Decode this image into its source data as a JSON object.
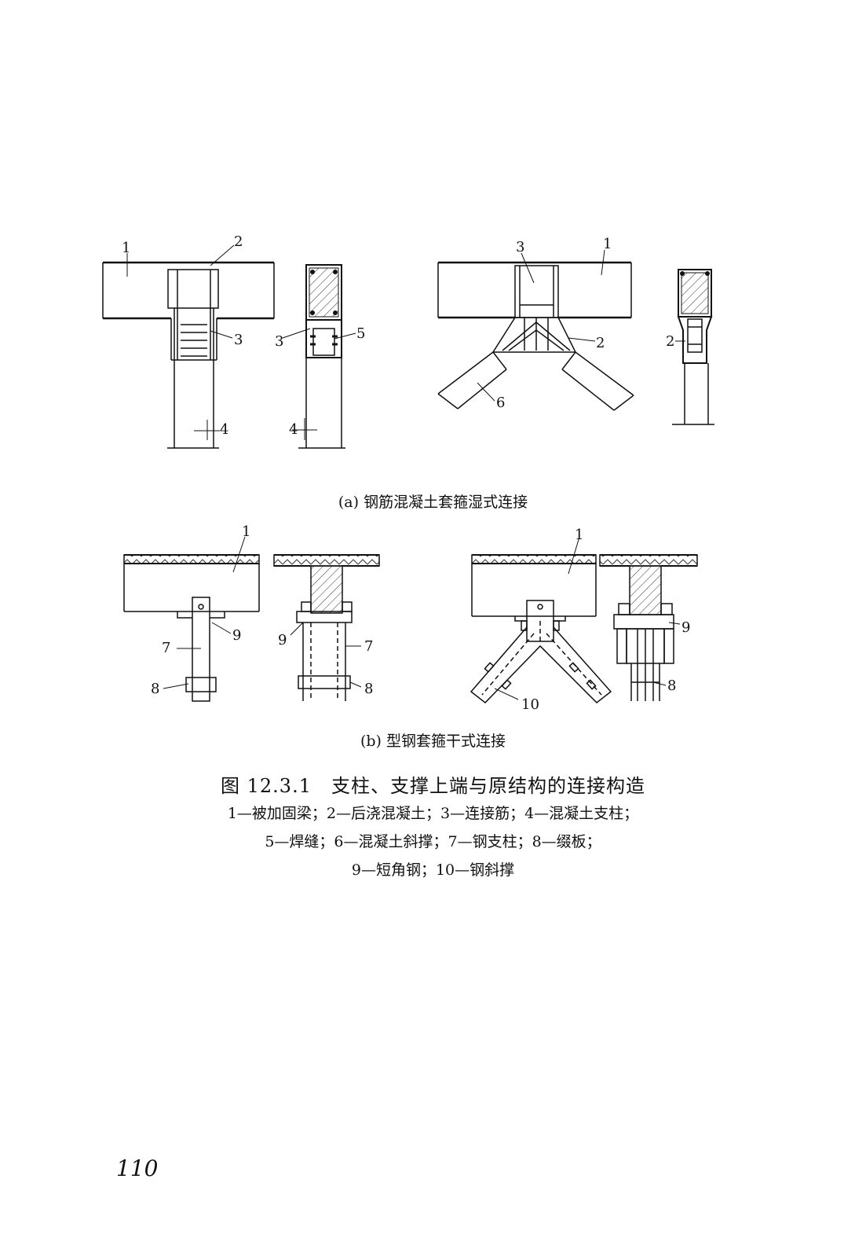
{
  "part_a": {
    "caption": "(a) 钢筋混凝土套箍湿式连接",
    "labels": [
      "1",
      "2",
      "3",
      "3",
      "5",
      "4",
      "4",
      "3",
      "1",
      "2",
      "2",
      "6"
    ]
  },
  "part_b": {
    "caption": "(b) 型钢套箍干式连接",
    "labels": [
      "1",
      "9",
      "7",
      "8",
      "9",
      "7",
      "8",
      "1",
      "10",
      "9",
      "8"
    ]
  },
  "figure": {
    "caption": "图 12.3.1　支柱、支撑上端与原结构的连接构造",
    "legend": [
      "1—被加固梁；2—后浇混凝土；3—连接筋；4—混凝土支柱；",
      "5—焊缝；6—混凝土斜撑；7—钢支柱；8—缀板；",
      "9—短角钢；10—钢斜撑"
    ]
  },
  "page_number": "110"
}
